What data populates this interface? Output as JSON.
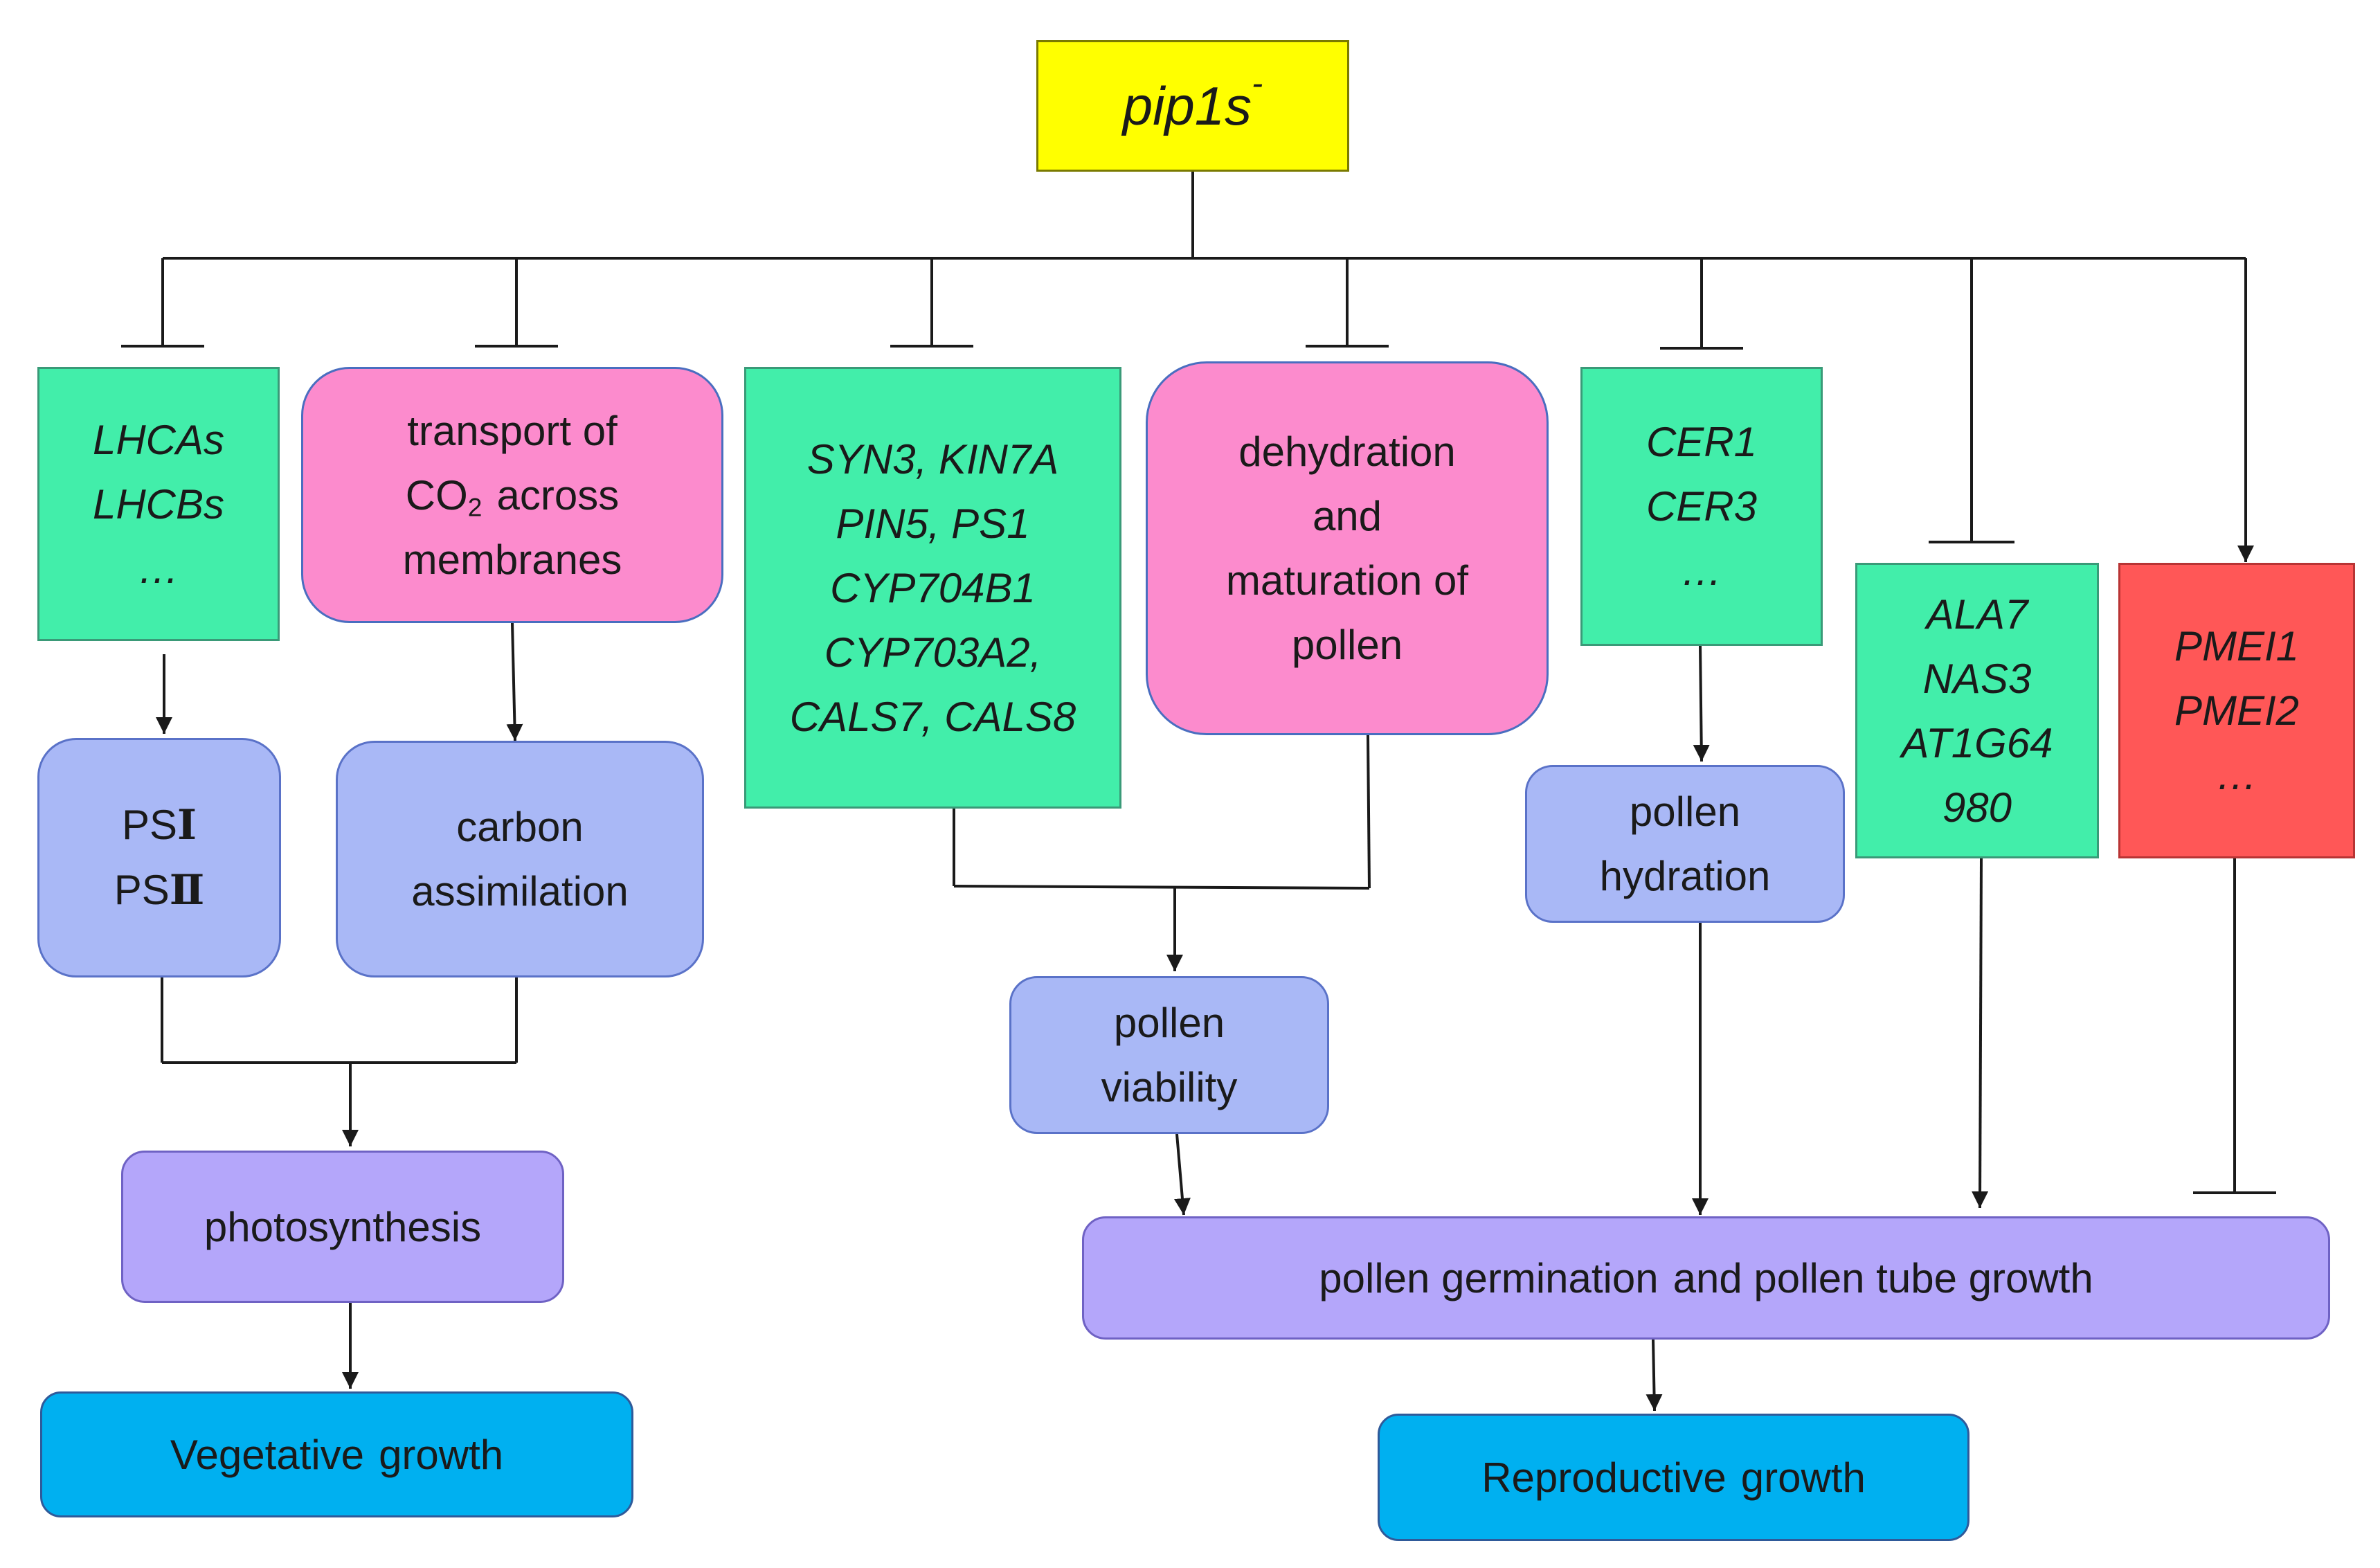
{
  "root": {
    "gene": "pip1s",
    "superscript": "-"
  },
  "targets": {
    "lhc": {
      "lines": [
        "LHCAs",
        "LHCBs",
        "…"
      ]
    },
    "co2_transport": {
      "line1": "transport of",
      "co2_prefix": "CO",
      "co2_sub": "2",
      "co2_suffix": "across",
      "line3": "membranes"
    },
    "pollen_genes": {
      "lines": [
        "SYN3, KIN7A",
        "PIN5, PS1",
        "CYP704B1",
        "CYP703A2,",
        "CALS7, CALS8"
      ]
    },
    "dehydration": {
      "lines": [
        "dehydration",
        "and",
        "maturation of",
        "pollen"
      ]
    },
    "cer": {
      "lines": [
        "CER1",
        "CER3",
        "…"
      ]
    },
    "ala": {
      "lines": [
        "ALA7",
        "NAS3",
        "AT1G64",
        "980"
      ]
    },
    "pmei": {
      "lines": [
        "PMEI1",
        "PMEI2",
        "…"
      ]
    }
  },
  "processes": {
    "photosystems": {
      "ps1_prefix": "PS",
      "ps1_numeral": "Ⅰ",
      "ps2_prefix": "PS",
      "ps2_numeral": "Ⅱ"
    },
    "carbon": {
      "lines": [
        "carbon",
        "assimilation"
      ]
    },
    "viability": {
      "lines": [
        "pollen",
        "viability"
      ]
    },
    "hydration": {
      "lines": [
        "pollen",
        "hydration"
      ]
    },
    "photosynthesis": "photosynthesis",
    "germination": {
      "part1": "pollen germination",
      "part2": "and pollen tube growth"
    }
  },
  "outcomes": {
    "vegetative": {
      "word1": "Vegetative",
      "word2": "growth"
    },
    "reproductive": {
      "word1": "Reproductive",
      "word2": "growth"
    }
  },
  "colors": {
    "gene_box": "#42eeaa",
    "process_box": "#fc8bcd",
    "function_box": "#a9b8f6",
    "integrated_box": "#b4a6fa",
    "outcome_box": "#00b0f0",
    "upregulated_box": "#ff5757",
    "root_box": "#ffff00",
    "connector": "#1a1a1a"
  }
}
